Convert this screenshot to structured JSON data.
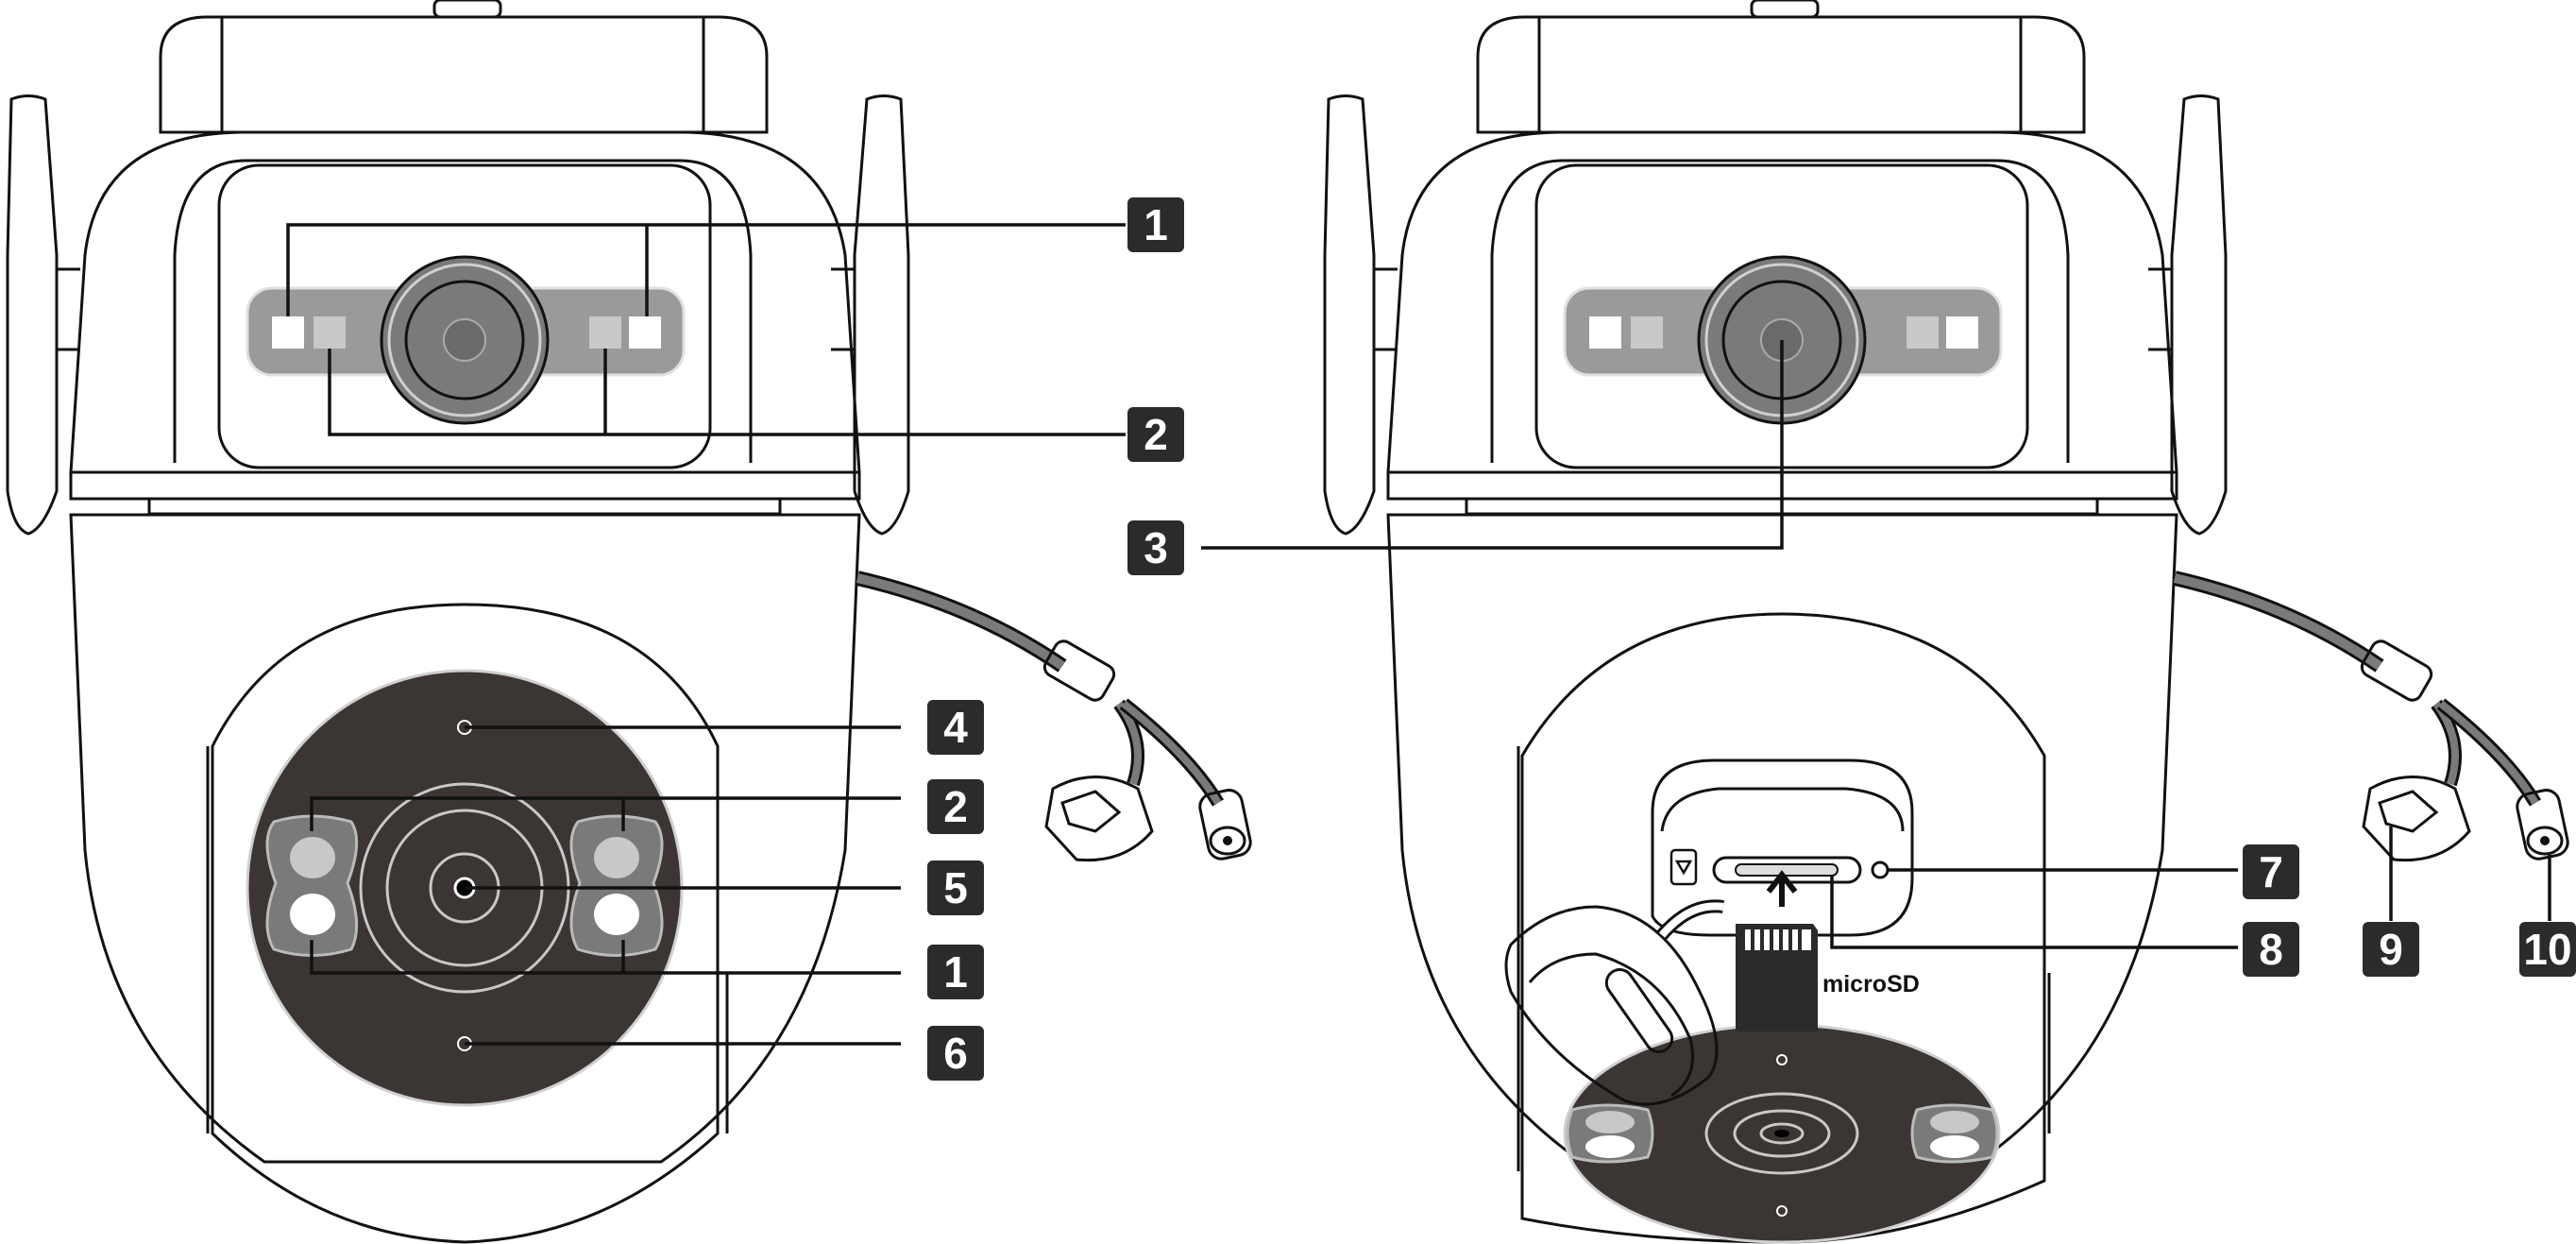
{
  "callouts": {
    "c1a": "1",
    "c2a": "2",
    "c3": "3",
    "c4": "4",
    "c2b": "2",
    "c5": "5",
    "c1b": "1",
    "c6": "6",
    "c7": "7",
    "c8": "8",
    "c9": "9",
    "c10": "10"
  },
  "labels": {
    "microsd": "microSD"
  },
  "colors": {
    "outline": "#111111",
    "light_gray": "#c8c8c8",
    "mid_gray": "#7a7a7a",
    "dark_face": "#3b3533",
    "callout_bg": "#2b2b2b",
    "white": "#ffffff"
  }
}
